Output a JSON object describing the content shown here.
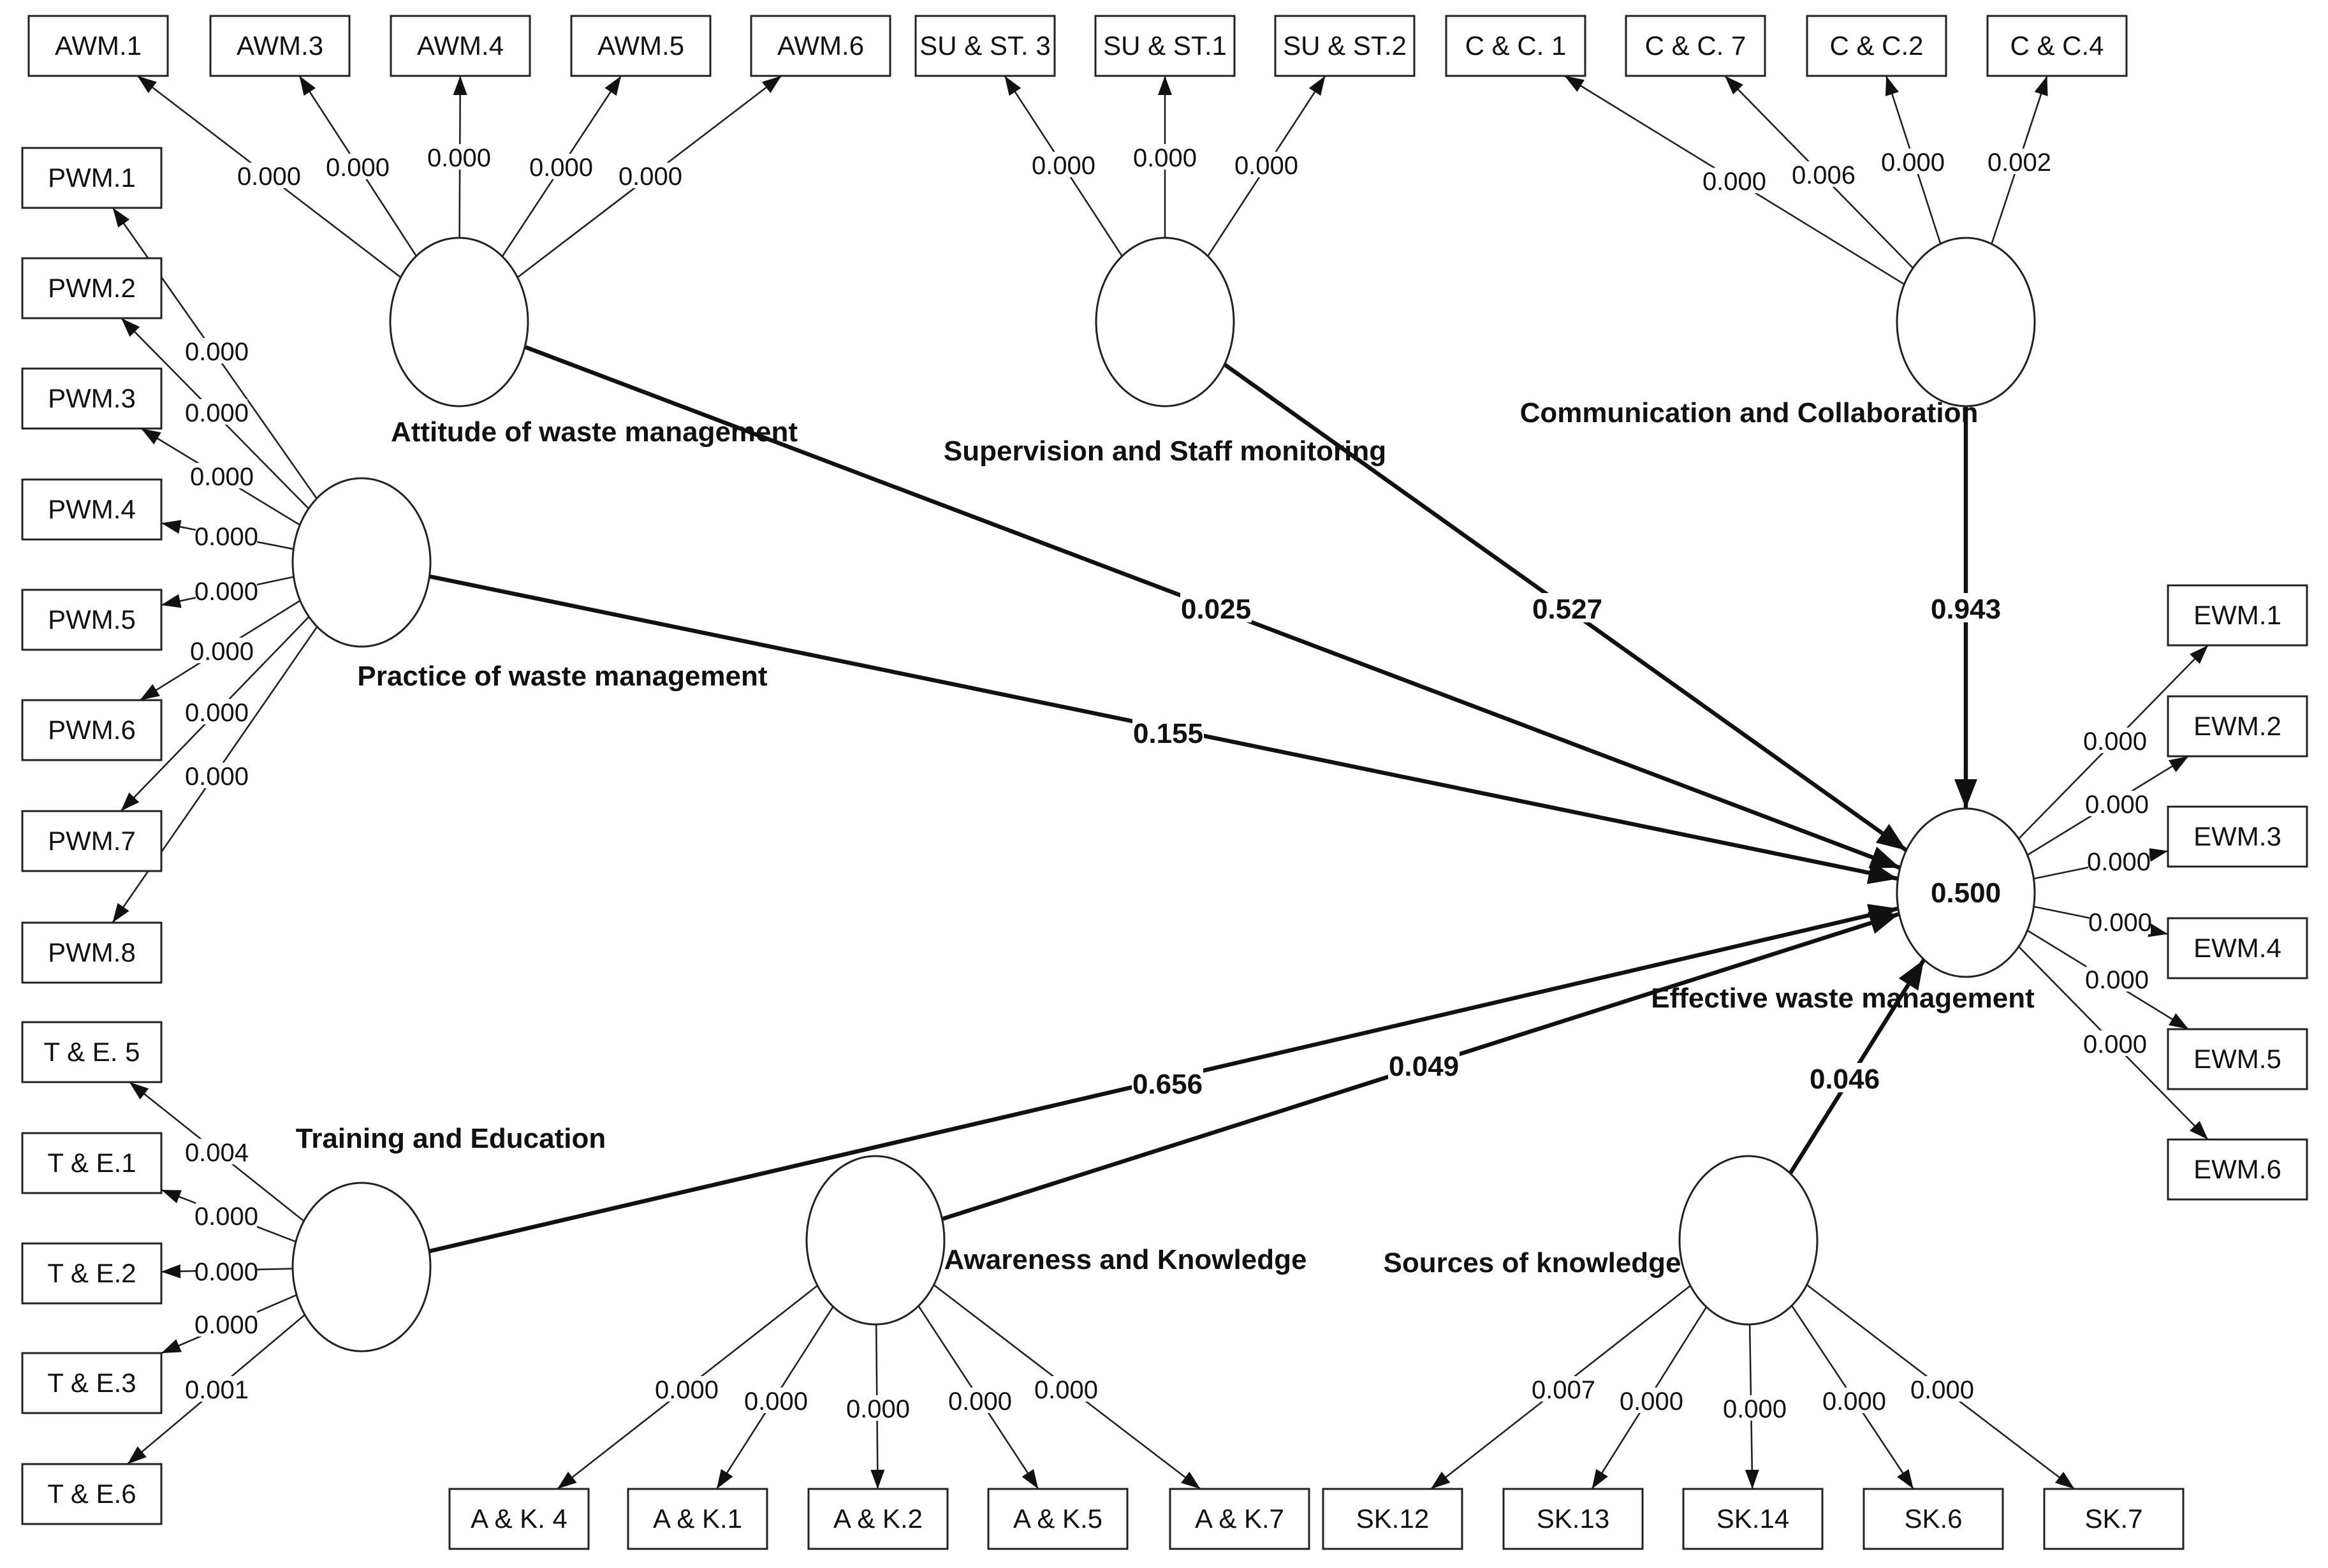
{
  "constructs": [
    {
      "id": "AWM",
      "name": "Attitude of waste management",
      "r2": ""
    },
    {
      "id": "SUST",
      "name": "Supervision and Staff monitoring",
      "r2": ""
    },
    {
      "id": "CC",
      "name": "Communication and Collaboration",
      "r2": ""
    },
    {
      "id": "PWM",
      "name": "Practice of waste management",
      "r2": ""
    },
    {
      "id": "TE",
      "name": "Training and Education",
      "r2": ""
    },
    {
      "id": "AK",
      "name": "Awareness and Knowledge",
      "r2": ""
    },
    {
      "id": "SK",
      "name": "Sources of knowledge",
      "r2": ""
    },
    {
      "id": "EWM",
      "name": "Effective waste management",
      "r2": "0.500"
    }
  ],
  "indicators": [
    {
      "id": "AWM1",
      "label": "AWM.1",
      "construct": "AWM",
      "loading": "0.000",
      "dir": "out"
    },
    {
      "id": "AWM3",
      "label": "AWM.3",
      "construct": "AWM",
      "loading": "0.000",
      "dir": "out"
    },
    {
      "id": "AWM4",
      "label": "AWM.4",
      "construct": "AWM",
      "loading": "0.000",
      "dir": "out"
    },
    {
      "id": "AWM5",
      "label": "AWM.5",
      "construct": "AWM",
      "loading": "0.000",
      "dir": "out"
    },
    {
      "id": "AWM6",
      "label": "AWM.6",
      "construct": "AWM",
      "loading": "0.000",
      "dir": "out"
    },
    {
      "id": "SU3",
      "label": "SU & ST. 3",
      "construct": "SUST",
      "loading": "0.000",
      "dir": "out"
    },
    {
      "id": "SU1",
      "label": "SU & ST.1",
      "construct": "SUST",
      "loading": "0.000",
      "dir": "out"
    },
    {
      "id": "SU2",
      "label": "SU & ST.2",
      "construct": "SUST",
      "loading": "0.000",
      "dir": "out"
    },
    {
      "id": "CC1",
      "label": "C & C. 1",
      "construct": "CC",
      "loading": "0.000",
      "dir": "out"
    },
    {
      "id": "CC7",
      "label": "C & C. 7",
      "construct": "CC",
      "loading": "0.006",
      "dir": "out"
    },
    {
      "id": "CC2",
      "label": "C & C.2",
      "construct": "CC",
      "loading": "0.000",
      "dir": "out"
    },
    {
      "id": "CC4",
      "label": "C & C.4",
      "construct": "CC",
      "loading": "0.002",
      "dir": "out"
    },
    {
      "id": "PWM1",
      "label": "PWM.1",
      "construct": "PWM",
      "loading": "0.000",
      "dir": "out"
    },
    {
      "id": "PWM2",
      "label": "PWM.2",
      "construct": "PWM",
      "loading": "0.000",
      "dir": "out"
    },
    {
      "id": "PWM3",
      "label": "PWM.3",
      "construct": "PWM",
      "loading": "0.000",
      "dir": "out"
    },
    {
      "id": "PWM4",
      "label": "PWM.4",
      "construct": "PWM",
      "loading": "0.000",
      "dir": "out"
    },
    {
      "id": "PWM5",
      "label": "PWM.5",
      "construct": "PWM",
      "loading": "0.000",
      "dir": "out"
    },
    {
      "id": "PWM6",
      "label": "PWM.6",
      "construct": "PWM",
      "loading": "0.000",
      "dir": "out"
    },
    {
      "id": "PWM7",
      "label": "PWM.7",
      "construct": "PWM",
      "loading": "0.000",
      "dir": "out"
    },
    {
      "id": "PWM8",
      "label": "PWM.8",
      "construct": "PWM",
      "loading": "0.000",
      "dir": "out"
    },
    {
      "id": "TE5",
      "label": "T & E. 5",
      "construct": "TE",
      "loading": "0.004",
      "dir": "out"
    },
    {
      "id": "TE1",
      "label": "T & E.1",
      "construct": "TE",
      "loading": "0.000",
      "dir": "out"
    },
    {
      "id": "TE2",
      "label": "T & E.2",
      "construct": "TE",
      "loading": "0.000",
      "dir": "out"
    },
    {
      "id": "TE3",
      "label": "T & E.3",
      "construct": "TE",
      "loading": "0.000",
      "dir": "out"
    },
    {
      "id": "TE6",
      "label": "T & E.6",
      "construct": "TE",
      "loading": "0.001",
      "dir": "out"
    },
    {
      "id": "AK4",
      "label": "A & K. 4",
      "construct": "AK",
      "loading": "0.000",
      "dir": "out"
    },
    {
      "id": "AK1",
      "label": "A & K.1",
      "construct": "AK",
      "loading": "0.000",
      "dir": "out"
    },
    {
      "id": "AK2",
      "label": "A & K.2",
      "construct": "AK",
      "loading": "0.000",
      "dir": "out"
    },
    {
      "id": "AK5",
      "label": "A & K.5",
      "construct": "AK",
      "loading": "0.000",
      "dir": "out"
    },
    {
      "id": "AK7",
      "label": "A & K.7",
      "construct": "AK",
      "loading": "0.000",
      "dir": "out"
    },
    {
      "id": "SK12",
      "label": "SK.12",
      "construct": "SK",
      "loading": "0.007",
      "dir": "out"
    },
    {
      "id": "SK13",
      "label": "SK.13",
      "construct": "SK",
      "loading": "0.000",
      "dir": "out"
    },
    {
      "id": "SK14",
      "label": "SK.14",
      "construct": "SK",
      "loading": "0.000",
      "dir": "out"
    },
    {
      "id": "SK6",
      "label": "SK.6",
      "construct": "SK",
      "loading": "0.000",
      "dir": "out"
    },
    {
      "id": "SK7",
      "label": "SK.7",
      "construct": "SK",
      "loading": "0.000",
      "dir": "out"
    },
    {
      "id": "EWM1",
      "label": "EWM.1",
      "construct": "EWM",
      "loading": "0.000",
      "dir": "out"
    },
    {
      "id": "EWM2",
      "label": "EWM.2",
      "construct": "EWM",
      "loading": "0.000",
      "dir": "out"
    },
    {
      "id": "EWM3",
      "label": "EWM.3",
      "construct": "EWM",
      "loading": "0.000",
      "dir": "out"
    },
    {
      "id": "EWM4",
      "label": "EWM.4",
      "construct": "EWM",
      "loading": "0.000",
      "dir": "out"
    },
    {
      "id": "EWM5",
      "label": "EWM.5",
      "construct": "EWM",
      "loading": "0.000",
      "dir": "out"
    },
    {
      "id": "EWM6",
      "label": "EWM.6",
      "construct": "EWM",
      "loading": "0.000",
      "dir": "out"
    }
  ],
  "paths": [
    {
      "from": "AWM",
      "to": "EWM",
      "value": "0.025"
    },
    {
      "from": "SUST",
      "to": "EWM",
      "value": "0.527"
    },
    {
      "from": "CC",
      "to": "EWM",
      "value": "0.943"
    },
    {
      "from": "PWM",
      "to": "EWM",
      "value": "0.155"
    },
    {
      "from": "TE",
      "to": "EWM",
      "value": "0.656"
    },
    {
      "from": "AK",
      "to": "EWM",
      "value": "0.049"
    },
    {
      "from": "SK",
      "to": "EWM",
      "value": "0.046"
    }
  ]
}
